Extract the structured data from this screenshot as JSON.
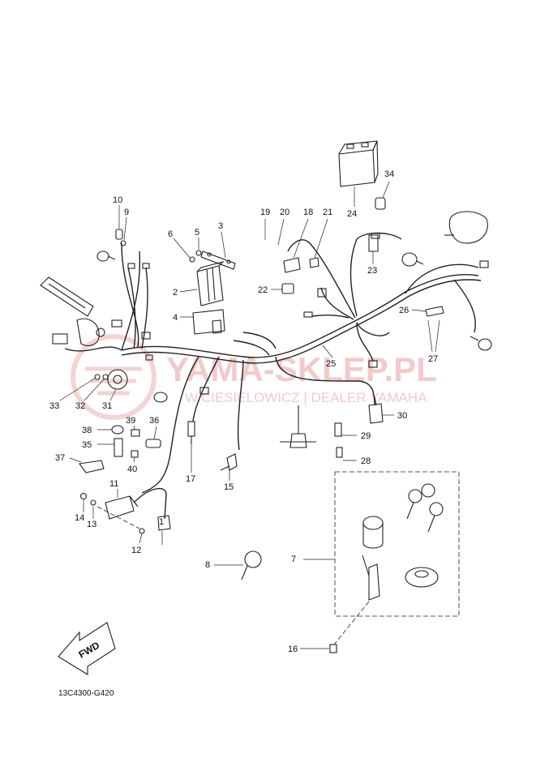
{
  "diagram_code": "13C4300-G420",
  "fwd_label": "FWD",
  "watermark": {
    "main": "YAMA-SKLEP.PL",
    "sub": "W.CIESIELOWICZ | DEALER YAMAHA"
  },
  "callouts": [
    {
      "id": "1",
      "label": "1"
    },
    {
      "id": "2",
      "label": "2"
    },
    {
      "id": "3",
      "label": "3"
    },
    {
      "id": "4",
      "label": "4"
    },
    {
      "id": "5",
      "label": "5"
    },
    {
      "id": "6",
      "label": "6"
    },
    {
      "id": "7",
      "label": "7"
    },
    {
      "id": "8",
      "label": "8"
    },
    {
      "id": "9",
      "label": "9"
    },
    {
      "id": "10",
      "label": "10"
    },
    {
      "id": "11",
      "label": "11"
    },
    {
      "id": "12",
      "label": "12"
    },
    {
      "id": "13",
      "label": "13"
    },
    {
      "id": "14",
      "label": "14"
    },
    {
      "id": "15",
      "label": "15"
    },
    {
      "id": "16",
      "label": "16"
    },
    {
      "id": "17",
      "label": "17"
    },
    {
      "id": "18",
      "label": "18"
    },
    {
      "id": "19",
      "label": "19"
    },
    {
      "id": "20",
      "label": "20"
    },
    {
      "id": "21",
      "label": "21"
    },
    {
      "id": "22",
      "label": "22"
    },
    {
      "id": "23",
      "label": "23"
    },
    {
      "id": "24",
      "label": "24"
    },
    {
      "id": "25",
      "label": "25"
    },
    {
      "id": "26",
      "label": "26"
    },
    {
      "id": "27",
      "label": "27"
    },
    {
      "id": "28",
      "label": "28"
    },
    {
      "id": "29",
      "label": "29"
    },
    {
      "id": "30",
      "label": "30"
    },
    {
      "id": "31",
      "label": "31"
    },
    {
      "id": "32",
      "label": "32"
    },
    {
      "id": "33",
      "label": "33"
    },
    {
      "id": "34",
      "label": "34"
    },
    {
      "id": "35",
      "label": "35"
    },
    {
      "id": "36",
      "label": "36"
    },
    {
      "id": "37",
      "label": "37"
    },
    {
      "id": "38",
      "label": "38"
    },
    {
      "id": "39",
      "label": "39"
    },
    {
      "id": "40",
      "label": "40"
    }
  ]
}
